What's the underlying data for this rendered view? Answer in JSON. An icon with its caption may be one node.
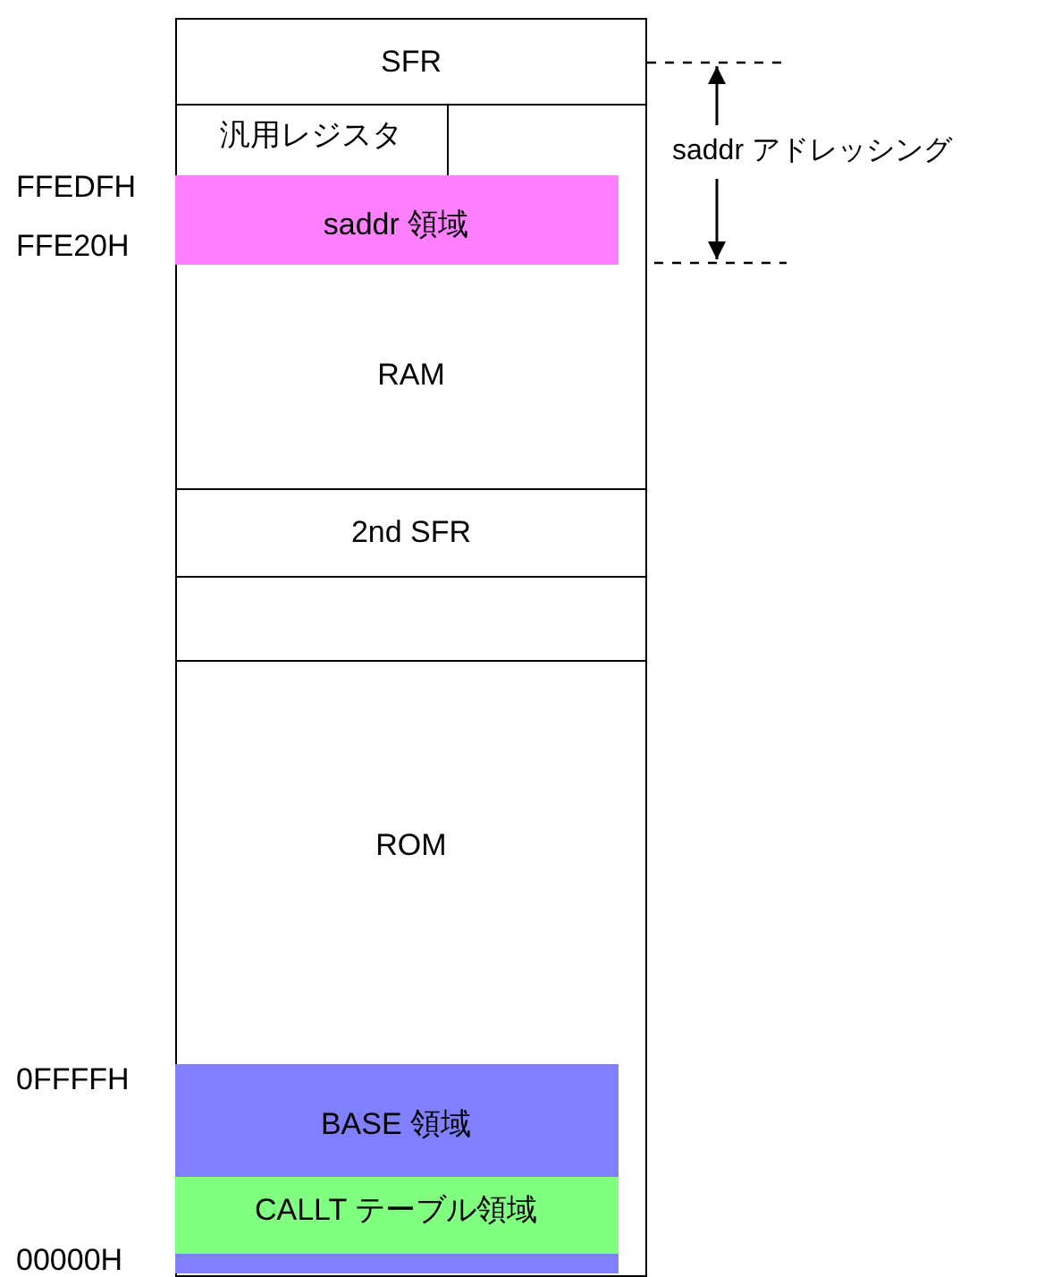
{
  "diagram": {
    "nodes": [
      {
        "text": [
          "SFR"
        ]
      },
      {
        "text": [
          "RAM"
        ]
      },
      {
        "text": [
          "汎用レジスタ"
        ],
        "in": 1
      },
      {
        "text": [
          "saddr 領域"
        ],
        "in": 1
      },
      {
        "text": [
          "2nd SFR"
        ]
      },
      {
        "text": [],
        "shape": "box"
      },
      {
        "text": [
          "ROM"
        ]
      },
      {
        "text": [
          "BASE 領域"
        ],
        "in": 6
      },
      {
        "text": [
          "CALLT テーブル領域"
        ],
        "in": 6
      },
      {
        "text": [],
        "shape": "bar",
        "in": 6
      }
    ],
    "edges": [],
    "labels": [
      "saddr アドレッシング",
      "FFEDFH",
      "FFE20H",
      "0FFFFH",
      "00000H"
    ]
  }
}
